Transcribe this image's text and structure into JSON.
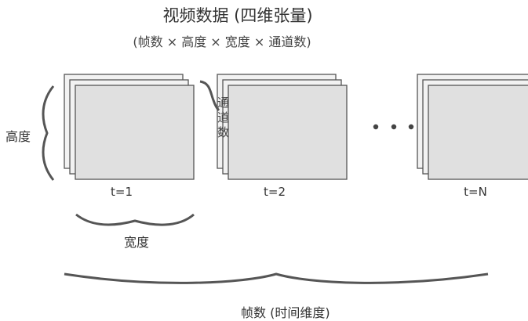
{
  "title": "视频数据 (四维张量)",
  "subtitle": "(帧数 × 高度 × 宽度 × 通道数)",
  "frames": [
    {
      "label": "t=1"
    },
    {
      "label": "t=2"
    },
    {
      "label": "t=N"
    }
  ],
  "ellipsis": "• • •",
  "labels": {
    "height": "高度",
    "width": "宽度",
    "channels": "通道数",
    "frames": "帧数 (时间维度)"
  },
  "colors": {
    "frame_fill": "#e0e0e0",
    "back_layer_fill": "#f2f2f2",
    "stroke": "#555555"
  }
}
